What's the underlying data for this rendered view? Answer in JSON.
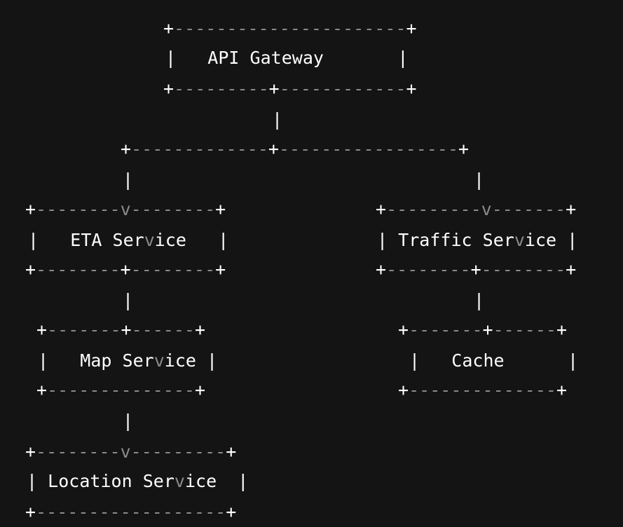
{
  "diagram": {
    "lines": [
      "      +----------------------+",
      "      |   API Gateway        |",
      "      +----------+-----------+",
      "                 |",
      "     +-----------+------------------+",
      "     |                              |",
      "+----v----+                    +----v----+",
      "|   ETA Service   |            | Traffic Service |",
      "+--------+--------+            +--------+-------+",
      "         |                              |",
      " +-------+-------+                  +------+------+",
      " |   Map Service |                  |   Cache      |",
      " +---------------+                  +--------------+",
      "         |",
      "+--------v---------+",
      "| Location Service  |",
      "+------------------+"
    ],
    "nodes": {
      "api_gateway": "API Gateway",
      "eta_service": "ETA Service",
      "traffic_service": "Traffic Service",
      "map_service": "Map Service",
      "cache": "Cache",
      "location_service": "Location Service"
    }
  }
}
